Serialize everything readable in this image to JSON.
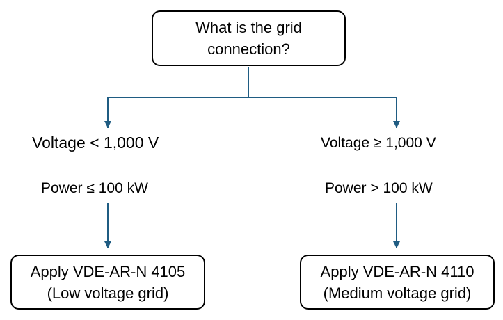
{
  "diagram": {
    "root": {
      "line1": "What is the grid",
      "line2": "connection?"
    },
    "branches": {
      "left": {
        "voltage": "Voltage < 1,000 V",
        "power": "Power ≤ 100 kW",
        "result_line1": "Apply VDE-AR-N 4105",
        "result_line2": "(Low voltage grid)"
      },
      "right": {
        "voltage": "Voltage ≥ 1,000 V",
        "power": "Power > 100 kW",
        "result_line1": "Apply VDE-AR-N 4110",
        "result_line2": "(Medium voltage grid)"
      }
    },
    "colors": {
      "connector": "#1F5C82",
      "box_border": "#000000",
      "text": "#000000",
      "background": "#FFFFFF"
    }
  }
}
